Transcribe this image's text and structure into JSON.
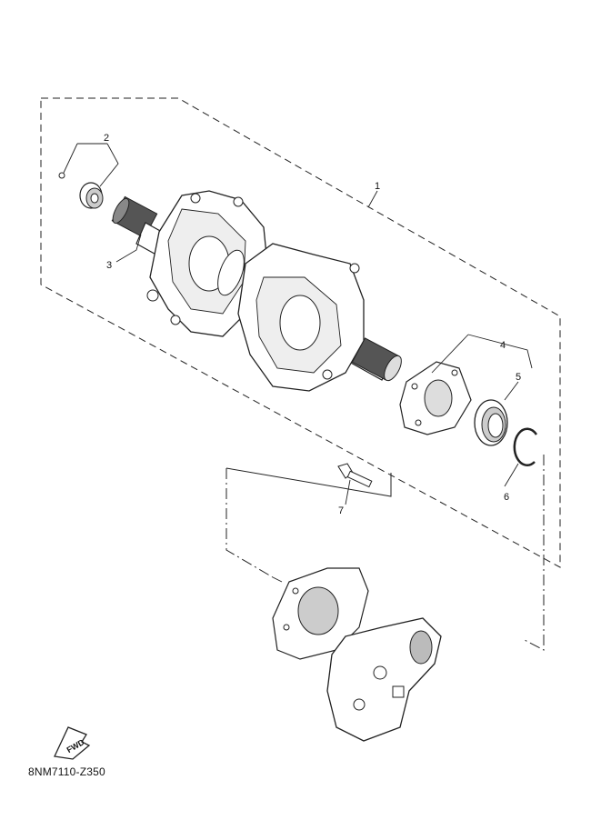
{
  "diagram": {
    "callouts": [
      {
        "id": "1",
        "label": "1"
      },
      {
        "id": "2",
        "label": "2"
      },
      {
        "id": "3",
        "label": "3"
      },
      {
        "id": "4",
        "label": "4"
      },
      {
        "id": "5",
        "label": "5"
      },
      {
        "id": "6",
        "label": "6"
      },
      {
        "id": "7",
        "label": "7"
      }
    ],
    "fwd_label": "FWD",
    "drawing_code": "8NM7110-Z350"
  },
  "colors": {
    "line": "#222222",
    "fill": "#ffffff",
    "shade": "#d9d9d9"
  }
}
